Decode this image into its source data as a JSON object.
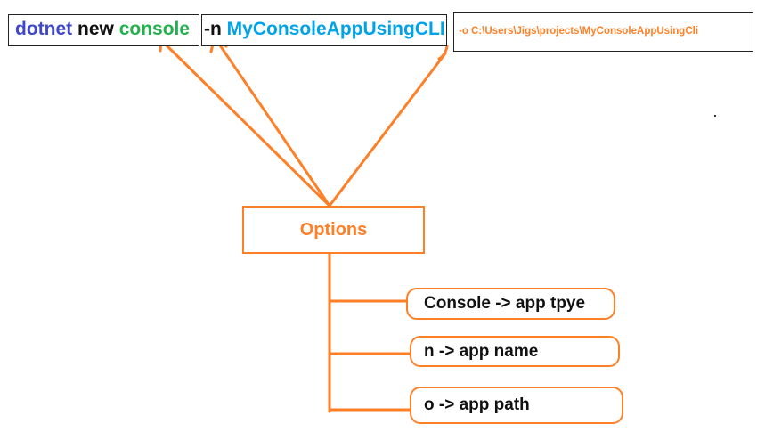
{
  "command": {
    "dotnet": "dotnet",
    "new": "new",
    "console": "console",
    "name_flag": "-n",
    "app_name": "MyConsoleAppUsingCLI",
    "output_option": "-o C:\\Users\\Jigs\\projects\\MyConsoleAppUsingCli"
  },
  "options": {
    "label": "Options"
  },
  "explanations": [
    {
      "text": "Console -> app tpye"
    },
    {
      "text": "n -> app name"
    },
    {
      "text": "o -> app path"
    }
  ],
  "colors": {
    "accent": "#ff7f27",
    "dotnet": "#3f48cc",
    "console": "#22b14c",
    "app_name": "#00a2e8",
    "border": "#222222"
  }
}
